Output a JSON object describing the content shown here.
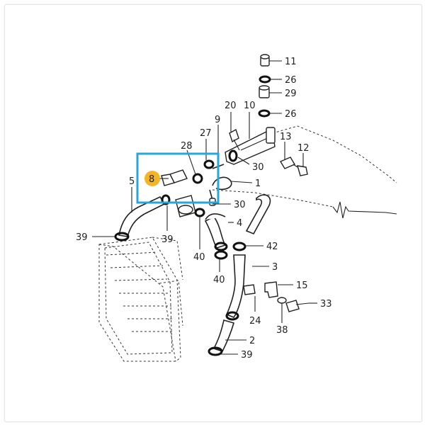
{
  "diagram": {
    "highlight_color": "#27a6dc",
    "badge_color": "#f3b526",
    "selected_part": "8",
    "labels": {
      "l11": "11",
      "l26a": "26",
      "l29": "29",
      "l26b": "26",
      "l20": "20",
      "l10": "10",
      "l9": "9",
      "l27": "27",
      "l13": "13",
      "l12": "12",
      "l28": "28",
      "l30a": "30",
      "l8": "8",
      "l1": "1",
      "l5": "5",
      "l30b": "30",
      "l4": "4",
      "l39a": "39",
      "l39b": "39",
      "l40a": "40",
      "l42": "42",
      "l40b": "40",
      "l3": "3",
      "l15": "15",
      "l33": "33",
      "l24": "24",
      "l38": "38",
      "l2": "2",
      "l39c": "39"
    }
  }
}
